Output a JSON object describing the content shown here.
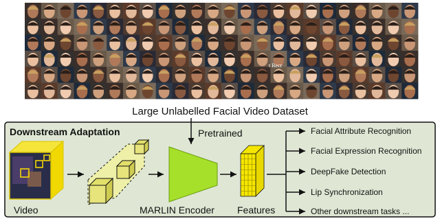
{
  "dataset": {
    "caption": "Large Unlabelled Facial Video Dataset",
    "grid_rows": 6,
    "grid_cols": 24,
    "image_text": "t Recr"
  },
  "panel": {
    "title": "Downstream Adaptation",
    "background": "#dfe7d4",
    "border": "#111111"
  },
  "pipeline": {
    "pretrained_label": "Pretrained",
    "video_label": "Video",
    "encoder_label": "MARLIN Encoder",
    "features_label": "Features",
    "encoder_color": "#a6e02a",
    "cube_color": "#e6e47a",
    "features_color": "#f4e600"
  },
  "tasks": [
    "Facial Attribute Recognition",
    "Facial Expression Recognition",
    "DeepFake Detection",
    "Lip Synchronization",
    "Other downstream tasks ..."
  ]
}
